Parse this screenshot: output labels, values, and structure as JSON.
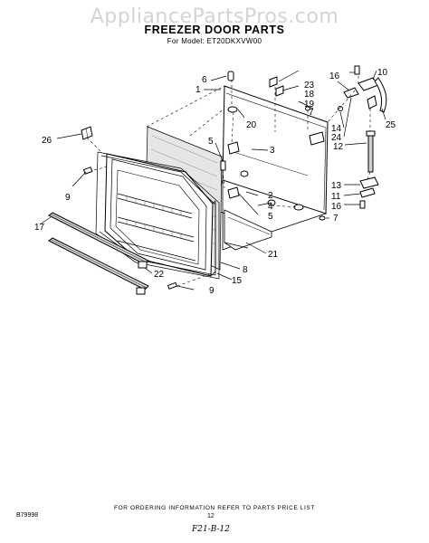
{
  "watermark": "AppliancePartsPros.com",
  "title": "FREEZER DOOR PARTS",
  "subtitle": "For Model: ET20DKXVW00",
  "callouts": [
    "1",
    "2",
    "3",
    "4",
    "5",
    "5",
    "6",
    "7",
    "7",
    "8",
    "9",
    "9",
    "10",
    "11",
    "12",
    "13",
    "14",
    "15",
    "16",
    "16",
    "17",
    "18",
    "19",
    "20",
    "21",
    "22",
    "23",
    "24",
    "25",
    "26"
  ],
  "footer": {
    "note": "FOR ORDERING INFORMATION REFER TO PARTS PRICE LIST",
    "code": "B79998",
    "page": "12",
    "handwritten": "F21-B-12"
  }
}
